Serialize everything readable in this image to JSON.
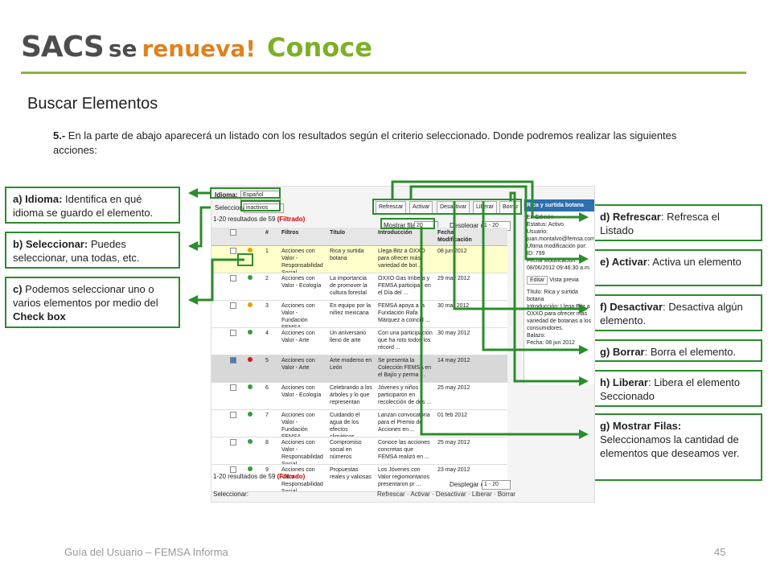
{
  "header": {
    "logo_part1": "SACS",
    "logo_part2": "se",
    "logo_part3": "renueva!",
    "logo_part4": "Conoce"
  },
  "title": "Buscar Elementos",
  "intro": {
    "step": "5.-",
    "text": " En la parte de abajo aparecerá un listado con los resultados según el criterio seleccionado. Donde podremos realizar las siguientes acciones:"
  },
  "callouts": {
    "a": {
      "label": "a) Idioma:",
      "text": " Identifica en qué idioma se guardo el elemento."
    },
    "b": {
      "label": "b) Seleccionar:",
      "text": " Puedes seleccionar, una todas, etc."
    },
    "c": {
      "pre": "c) ",
      "text": "Podemos seleccionar uno o varios elementos por medio del ",
      "bold": "Check box"
    },
    "d": {
      "label": "d) Refrescar",
      "text": ": Refresca el Listado"
    },
    "e": {
      "label": "e) Activar",
      "text": ": Activa un elemento"
    },
    "f": {
      "label": "f) Desactivar",
      "text": ": Desactiva algún elemento."
    },
    "g": {
      "label": "g) Borrar",
      "text": ": Borra el elemento."
    },
    "h": {
      "label": "h) Liberar",
      "text": ": Libera el elemento Seccionado"
    },
    "g2": {
      "label": "g) Mostrar Filas:",
      "text": " Seleccionamos la cantidad de elementos que deseamos ver."
    }
  },
  "screenshot": {
    "idioma_label": "Idioma:",
    "idioma_value": "Español",
    "seleccionar_label": "Seleccionar:",
    "seleccionar_value": "inactivos",
    "results": "1-20 resultados de 59",
    "filtered": "(Filtrado)",
    "mostrar_label": "Mostrar filas:",
    "mostrar_value": "20",
    "desplegar_label": "Desplegar del:",
    "desplegar_value": "1 - 20",
    "buttons": {
      "refrescar": "Refrescar",
      "activar": "Activar",
      "desactivar": "Desactivar",
      "liberar": "Liberar",
      "borrar": "Borrar"
    },
    "columns": [
      "#",
      "Filtros",
      "Título",
      "Introducción",
      "Fecha Modificación"
    ],
    "rows": [
      {
        "n": "1",
        "filtros": "Acciones con Valor - Responsabilidad Social",
        "titulo": "Rica y surtida botana",
        "intro": "Llega Bitz a OXXO para ofrecer más variedad de bot ...",
        "fecha": "08 jun 2012"
      },
      {
        "n": "2",
        "filtros": "Acciones con Valor - Ecología",
        "titulo": "La importancia de promover la cultura forestal",
        "intro": "OXXO Gas Imbera y FEMSA participan en el Día del ...",
        "fecha": "29 may 2012"
      },
      {
        "n": "3",
        "filtros": "Acciones con Valor - Fundación FEMSA",
        "titulo": "En equipo por la niñez mexicana",
        "intro": "FEMSA apoya a la Fundación Rafa Márquez a coincid ...",
        "fecha": "30 mar 2012"
      },
      {
        "n": "4",
        "filtros": "Acciones con Valor - Arte",
        "titulo": "Un aniversario lleno de arte",
        "intro": "Con una participación que ha roto todos los récord ...",
        "fecha": "30 may 2012"
      },
      {
        "n": "5",
        "filtros": "Acciones con Valor - Arte",
        "titulo": "Arte moderno en León",
        "intro": "Se presenta la Colección FEMSA en el Bajío y perma ...",
        "fecha": "14 may 2012"
      },
      {
        "n": "6",
        "filtros": "Acciones con Valor - Ecología",
        "titulo": "Celebrando a los árboles y lo que representan",
        "intro": "Jóvenes y niños participaron en recolección de des ...",
        "fecha": "25 may 2012"
      },
      {
        "n": "7",
        "filtros": "Acciones con Valor - Fundación FEMSA",
        "titulo": "Cuidando el agua de los efectos climáticos",
        "intro": "Lanzan convocatoria para el Premio de Acciones en ...",
        "fecha": "01 feb 2012"
      },
      {
        "n": "8",
        "filtros": "Acciones con Valor - Responsabilidad Social",
        "titulo": "Compromiso social en números",
        "intro": "Conoce las acciones concretas que FEMSA realizó en ...",
        "fecha": "25 may 2012"
      },
      {
        "n": "9",
        "filtros": "Acciones con Valor - Responsabilidad Social",
        "titulo": "Propuestas reales y valiosas",
        "intro": "Los Jóvenes con Valor regiomontanos presentaron pr ...",
        "fecha": "23 may 2012"
      }
    ],
    "side": {
      "title": "Rica y surtida botana",
      "lines": [
        "En Edición",
        "Estatus: Activo",
        "Usuario:",
        "juan.montalvo@femsa.com",
        "Última modificación por:",
        "ID: 799",
        "Fecha Modificación:",
        "08/06/2012 09:46:30 a.m."
      ],
      "editar": "Editar",
      "vista": "Vista previa",
      "t1": "Título: Rica y surtida botana",
      "t2": "Introducción: Llega Bitz a OXXO para ofrecer más variedad de botanas a los consumidores.",
      "t3": "Balazo:",
      "t4": "Fecha: 08 jun 2012"
    }
  },
  "footer": {
    "left": "Guía del Usuario – FEMSA Informa",
    "page": "45"
  },
  "colors": {
    "accent_green": "#2b8c2b",
    "logo_orange": "#e2801d",
    "logo_green": "#7cb027"
  }
}
